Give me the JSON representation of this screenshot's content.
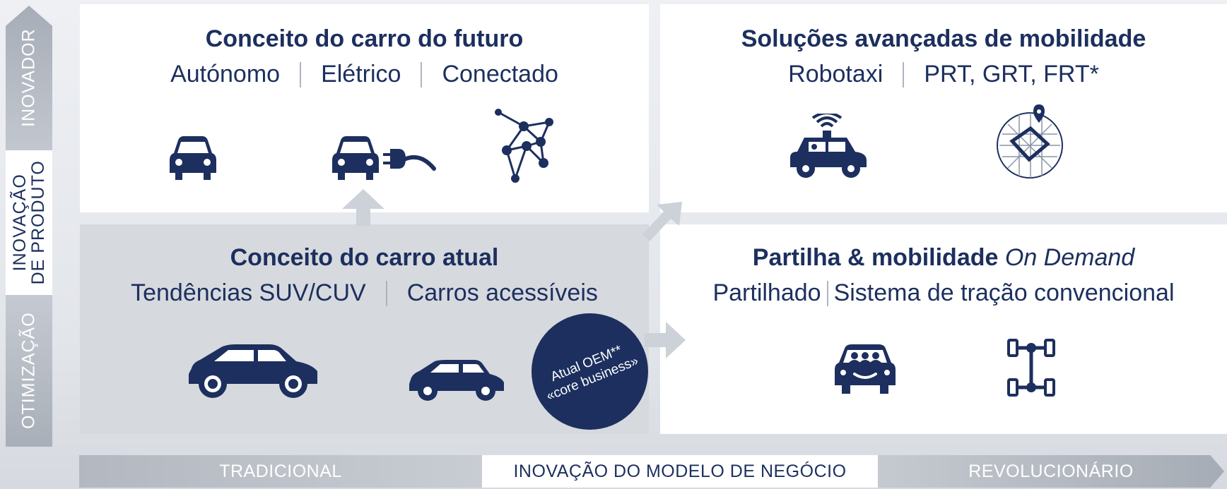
{
  "vertical_axis": {
    "top": "INOVADOR",
    "middle_line1": "INOVAÇÃO",
    "middle_line2": "DE PRODUTO",
    "bottom": "OTIMIZAÇÃO"
  },
  "horizontal_axis": {
    "left": "TRADICIONAL",
    "middle": "INOVAÇÃO DO MODELO DE NEGÓCIO",
    "right": "REVOLUCIONÁRIO"
  },
  "quadrants": {
    "top_left": {
      "title": "Conceito do carro do futuro",
      "items": [
        "Autónomo",
        "Elétrico",
        "Conectado"
      ],
      "icons": [
        "car-front-icon",
        "electric-car-plug-icon",
        "network-nodes-icon"
      ]
    },
    "top_right": {
      "title": "Soluções avançadas de mobilidade",
      "items": [
        "Robotaxi",
        "PRT, GRT, FRT*"
      ],
      "icons": [
        "robotaxi-icon",
        "transit-map-icon"
      ]
    },
    "bottom_left": {
      "title": "Conceito do carro atual",
      "items": [
        "Tendências SUV/CUV",
        "Carros acessíveis"
      ],
      "icons": [
        "suv-icon",
        "compact-car-icon"
      ],
      "badge_line1": "Atual OEM**",
      "badge_line2": "«core business»"
    },
    "bottom_right": {
      "title_bold": "Partilha & mobilidade",
      "title_italic": "On Demand",
      "items": [
        "Partilhado",
        "Sistema de tração convencional"
      ],
      "icons": [
        "shared-car-passengers-icon",
        "drivetrain-icon"
      ]
    }
  },
  "colors": {
    "navy": "#1c2f5e",
    "panel_grey": "#d6d9de",
    "axis_grey": "#b3b8c0"
  }
}
